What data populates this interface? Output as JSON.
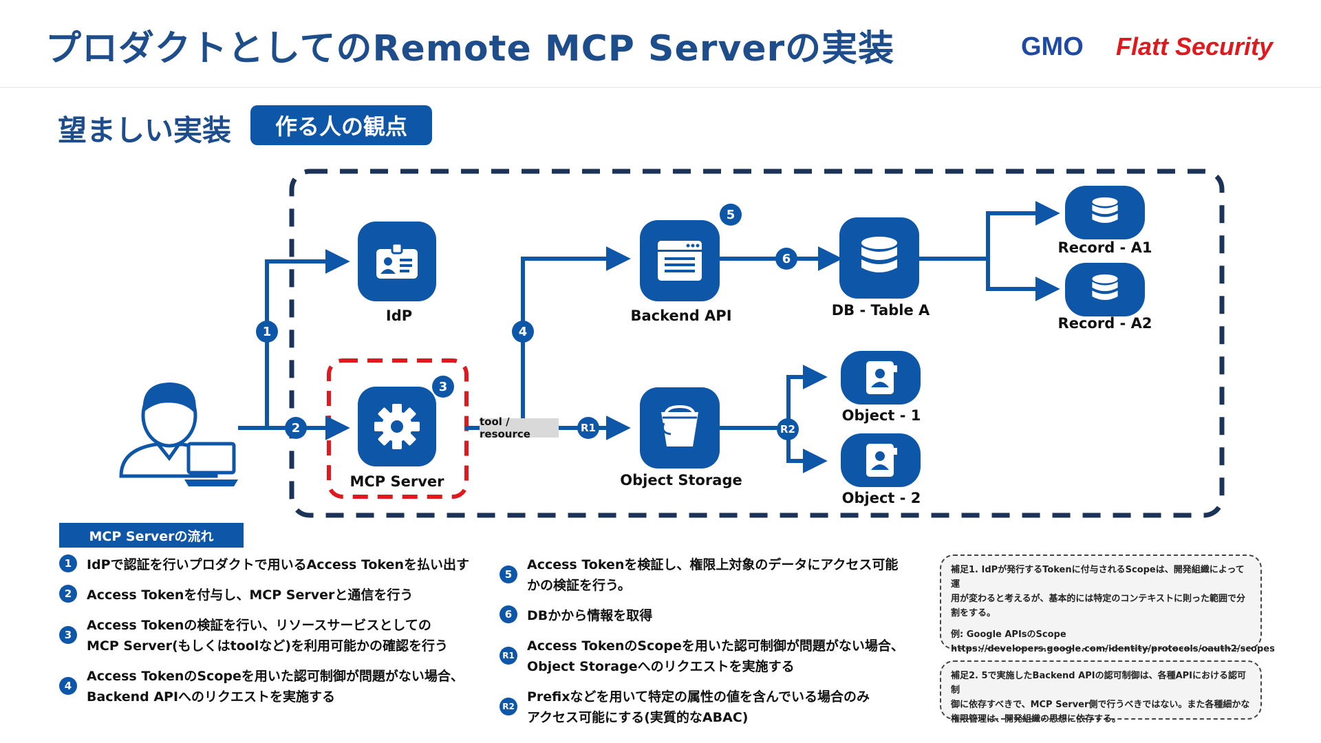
{
  "header": {
    "title": "プロダクトとしてのRemote MCP Serverの実装",
    "logo_gmo": "GMO",
    "logo_flatt": "Flatt Security"
  },
  "subtitle": "望ましい実装",
  "badge": "作る人の観点",
  "nodes": {
    "idp": "IdP",
    "mcp_server": "MCP Server",
    "backend_api": "Backend API",
    "object_storage": "Object Storage",
    "db_table": "DB - Table A",
    "record_a1": "Record - A1",
    "record_a2": "Record - A2",
    "object_1": "Object - 1",
    "object_2": "Object - 2"
  },
  "edge_labels": {
    "n1": "1",
    "n2": "2",
    "n3": "3",
    "n4": "4",
    "n5": "5",
    "n6": "6",
    "r1": "R1",
    "r2": "R2",
    "tool_resource": "tool / resource"
  },
  "flow": {
    "title": "MCP Serverの流れ",
    "steps_left": [
      {
        "num": "1",
        "text": "IdPで認証を行いプロダクトで用いるAccess Tokenを払い出す"
      },
      {
        "num": "2",
        "text": "Access Tokenを付与し、MCP Serverと通信を行う"
      },
      {
        "num": "3",
        "text": "Access Tokenの検証を行い、リソースサービスとしての\nMCP Server(もしくはtoolなど)を利用可能かの確認を行う"
      },
      {
        "num": "4",
        "text": "Access TokenのScopeを用いた認可制御が問題がない場合、\nBackend APIへのリクエストを実施する"
      }
    ],
    "steps_right": [
      {
        "num": "5",
        "text": "Access Tokenを検証し、権限上対象のデータにアクセス可能\nかの検証を行う。"
      },
      {
        "num": "6",
        "text": "DBかから情報を取得"
      },
      {
        "num": "R1",
        "text": "Access TokenのScopeを用いた認可制御が問題がない場合、\nObject Storageへのリクエストを実施する"
      },
      {
        "num": "R2",
        "text": "Prefixなどを用いて特定の属性の値を含んでいる場合のみ\nアクセス可能にする(実質的なABAC)"
      }
    ]
  },
  "notes": {
    "note1": "補足1. IdPが発行するTokenに付与されるScopeは、開発組織によって運\n用が変わると考えるが、基本的には特定のコンテキストに則った範囲で分\n割をする。",
    "note1_example": "例: Google APIsのScope\nhttps://developers.google.com/identity/protocols/oauth2/scopes",
    "note2": "補足2. 5で実施したBackend APIの認可制御は、各種APIにおける認可制\n御に依存すべきで、MCP Server側で行うべきではない。また各種細かな\n権限管理は、開発組織の思想に依存する。"
  },
  "colors": {
    "primary": "#0e56a8",
    "title": "#1e4d8c",
    "boundary": "#1b3358",
    "highlight": "#e0191e"
  }
}
